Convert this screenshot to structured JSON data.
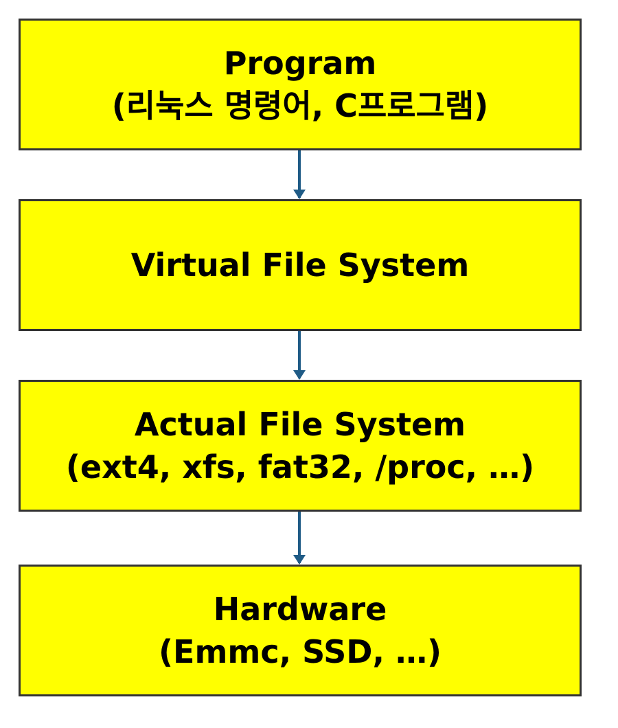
{
  "diagram": {
    "layers": [
      {
        "lines": [
          "Program",
          "(리눅스 명령어, C프로그램)"
        ]
      },
      {
        "lines": [
          "Virtual File System"
        ]
      },
      {
        "lines": [
          "Actual File System",
          "(ext4, xfs, fat32, /proc, …)"
        ]
      },
      {
        "lines": [
          "Hardware",
          "(Emmc, SSD, …)"
        ]
      }
    ],
    "colors": {
      "box_fill": "#ffff00",
      "box_border": "#333333",
      "arrow": "#1f5b86",
      "text": "#000000"
    }
  }
}
